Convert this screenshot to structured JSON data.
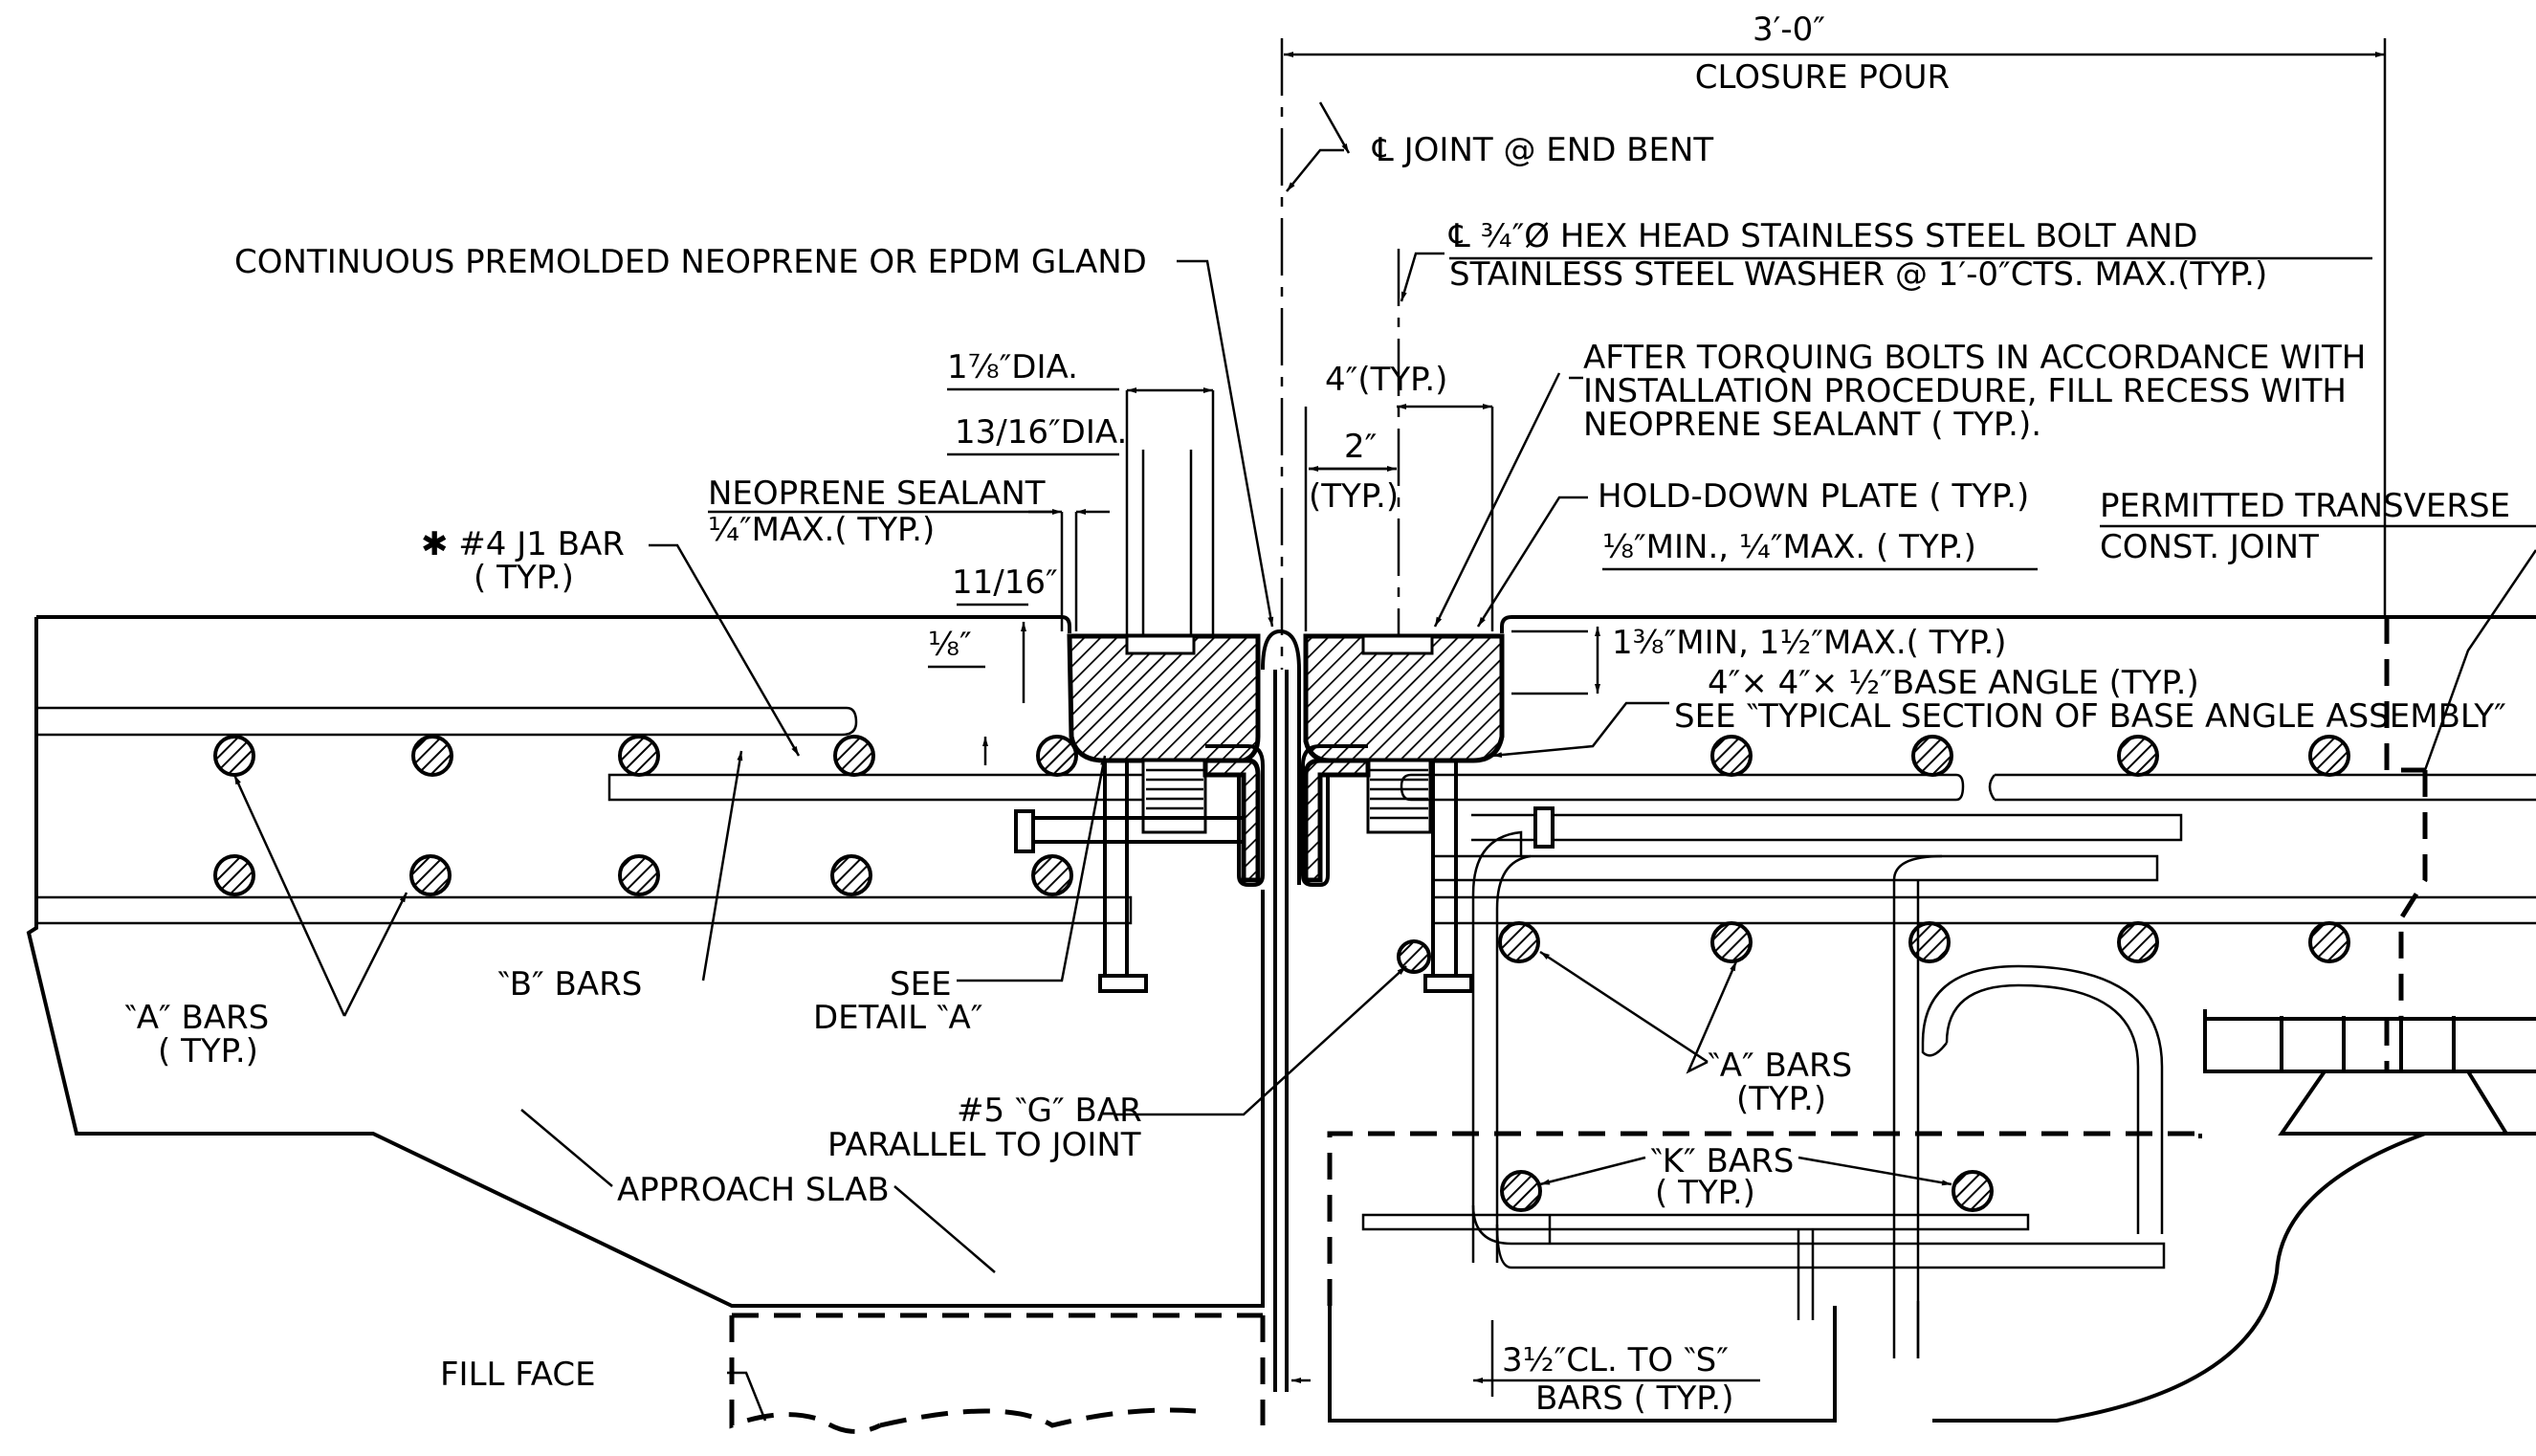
{
  "labels": {
    "dim_3ft": "3′-0″",
    "closure_pour": "CLOSURE POUR",
    "cl_joint": "℄ JOINT @ END BENT",
    "gland": "CONTINUOUS PREMOLDED NEOPRENE OR EPDM GLAND",
    "bolt_1": "℄ ¾″Ø HEX HEAD STAINLESS STEEL BOLT AND",
    "bolt_2": "STAINLESS STEEL WASHER @ 1′-0″CTS. MAX.(TYP.)",
    "after_1": "AFTER TORQUING BOLTS IN ACCORDANCE WITH",
    "after_2": "INSTALLATION PROCEDURE, FILL RECESS WITH",
    "after_3": "NEOPRENE SEALANT ( TYP.).",
    "dia_178": "1⅞″DIA.",
    "dia_1316": "13/16″DIA.",
    "typ_4": "4″(TYP.)",
    "typ_2a": "2″",
    "typ_2b": "(TYP.)",
    "neoprene_1": "NEOPRENE SEALANT",
    "neoprene_2": "¼″MAX.( TYP.)",
    "j1_bar_1": "✱ #4 J1 BAR",
    "j1_bar_2": "( TYP.)",
    "dim_1116": "11/16″",
    "dim_18": "⅛″",
    "hold_down": "HOLD-DOWN PLATE ( TYP.)",
    "min_max_1": "⅛″MIN., ¼″MAX. ( TYP.)",
    "permitted_1": "PERMITTED TRANSVERSE",
    "permitted_2": "CONST. JOINT",
    "min_max_2": "1⅜″MIN, 1½″MAX.( TYP.)",
    "base_angle_1": "4″× 4″× ½″BASE ANGLE (TYP.)",
    "base_angle_2": "SEE ‶TYPICAL SECTION OF BASE ANGLE ASSEMBLY″",
    "a_bars_left_1": "‶A″ BARS",
    "a_bars_left_2": "( TYP.)",
    "b_bars": "‶B″ BARS",
    "see_1": "SEE",
    "see_2": "DETAIL ‶A″",
    "g_bar_1": "#5 ‶G″ BAR",
    "g_bar_2": "PARALLEL TO JOINT",
    "approach_slab": "APPROACH SLAB",
    "a_bars_right_1": "‶A″ BARS",
    "a_bars_right_2": "(TYP.)",
    "k_bars_1": "‶K″ BARS",
    "k_bars_2": "( TYP.)",
    "fill_face": "FILL FACE",
    "cl_s_1": "3½″CL. TO ‶S″",
    "cl_s_2": "BARS ( TYP.)"
  }
}
